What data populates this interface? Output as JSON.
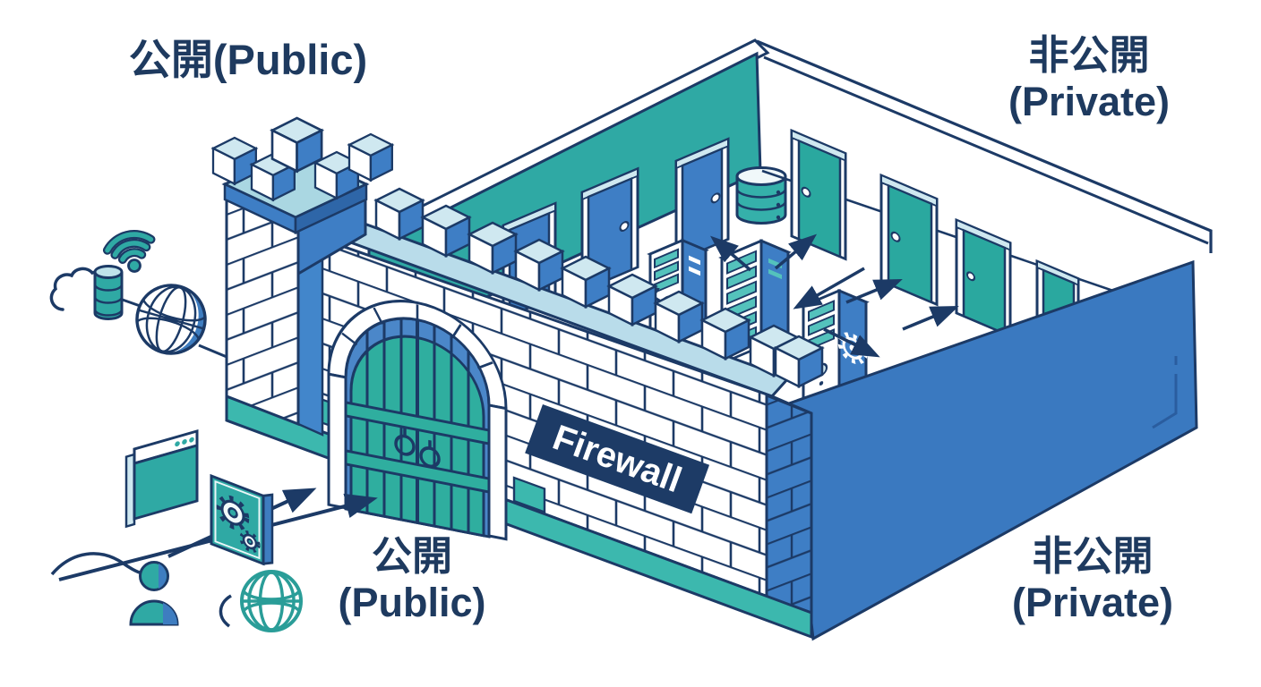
{
  "labels": {
    "top_left": "公開(Public)",
    "top_right_line1": "非公開",
    "top_right_line2": "(Private)",
    "bottom_left_line1": "公開",
    "bottom_left_line2": "(Public)",
    "bottom_right_line1": "非公開",
    "bottom_right_line2": "(Private)"
  },
  "banner": {
    "label": "Firewall"
  },
  "zones": {
    "outside": "公開(Public)",
    "inside": "非公開(Private)"
  },
  "colors": {
    "outline_navy": "#1c3a66",
    "text_navy": "#1e3a5f",
    "teal": "#2fa9a4",
    "teal_bright": "#54c2bc",
    "teal_base": "#3cb8ae",
    "blue": "#3e7ec5",
    "blue_wall": "#3a79c0",
    "gate_blue": "#4b87c9",
    "light_blue": "#b9dcea",
    "pale_blue": "#cfe8f0",
    "banner_navy": "#1d3b66",
    "white": "#ffffff"
  },
  "icons": [
    "wifi-icon",
    "cloud-icon",
    "database-icon",
    "globe-icon",
    "browser-window-icon",
    "gear-panel-icon",
    "user-icon",
    "globe-small-icon",
    "castle-tower-icon",
    "gate-icon",
    "firewall-banner",
    "merlon-cubes",
    "interior-door-icons",
    "server-icons",
    "database-server-icon",
    "arrow-icons"
  ]
}
